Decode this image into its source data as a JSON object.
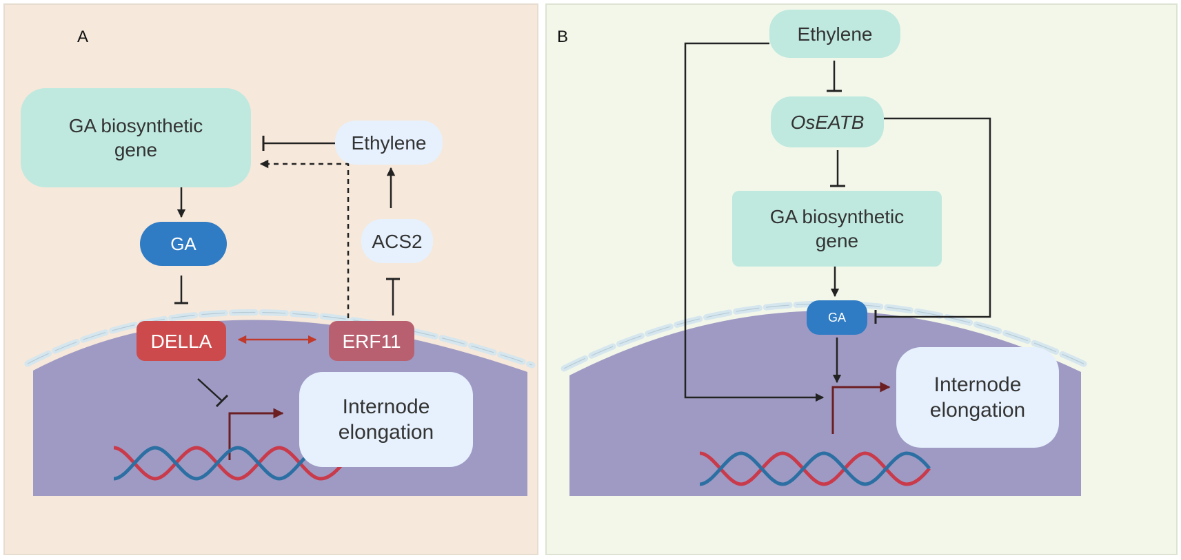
{
  "panel_a": {
    "label": "A",
    "ga_biosynthetic_gene": "GA biosynthetic gene",
    "ethylene": "Ethylene",
    "ga": "GA",
    "acs2": "ACS2",
    "della": "DELLA",
    "erf11": "ERF11",
    "internode_elongation": "Internode elongation"
  },
  "panel_b": {
    "label": "B",
    "ethylene": "Ethylene",
    "oseatb": "OsEATB",
    "ga_biosynthetic_gene": "GA biosynthetic gene",
    "ga": "GA",
    "internode_elongation": "Internode elongation"
  },
  "colors": {
    "panel_a_bg": "#f6e8da",
    "panel_b_bg": "#f3f7ea",
    "cell": "#9e9ac3",
    "mint": "#bfe9df",
    "pale_blue": "#e6f1fd",
    "ga_blue": "#2f7bc4",
    "della_red": "#cc4a4c",
    "erf11_red": "#b96070",
    "dna_red": "#c93a4b",
    "dna_blue": "#2c6fa3"
  }
}
